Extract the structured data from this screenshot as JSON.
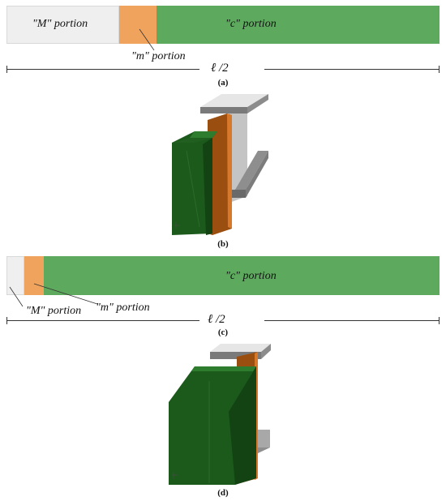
{
  "panel_a": {
    "M_label": "\"M\" portion",
    "m_label": "\"m\" portion",
    "c_label": "\"c\" portion",
    "span_label": "ℓ /2",
    "caption": "(a)"
  },
  "panel_b": {
    "caption": "(b)"
  },
  "panel_c": {
    "M_label": "\"M\" portion",
    "m_label": "\"m\" portion",
    "c_label": "\"c\" portion",
    "span_label": "ℓ /2",
    "caption": "(c)"
  },
  "panel_d": {
    "caption": "(d)"
  },
  "colors": {
    "M_portion": "#efefef",
    "m_portion": "#f0a35c",
    "c_portion": "#5daa5e",
    "steel": "#a6a6a6",
    "cfrp_green": "#1c5a1c",
    "gfrp_orange": "#b55e14"
  }
}
